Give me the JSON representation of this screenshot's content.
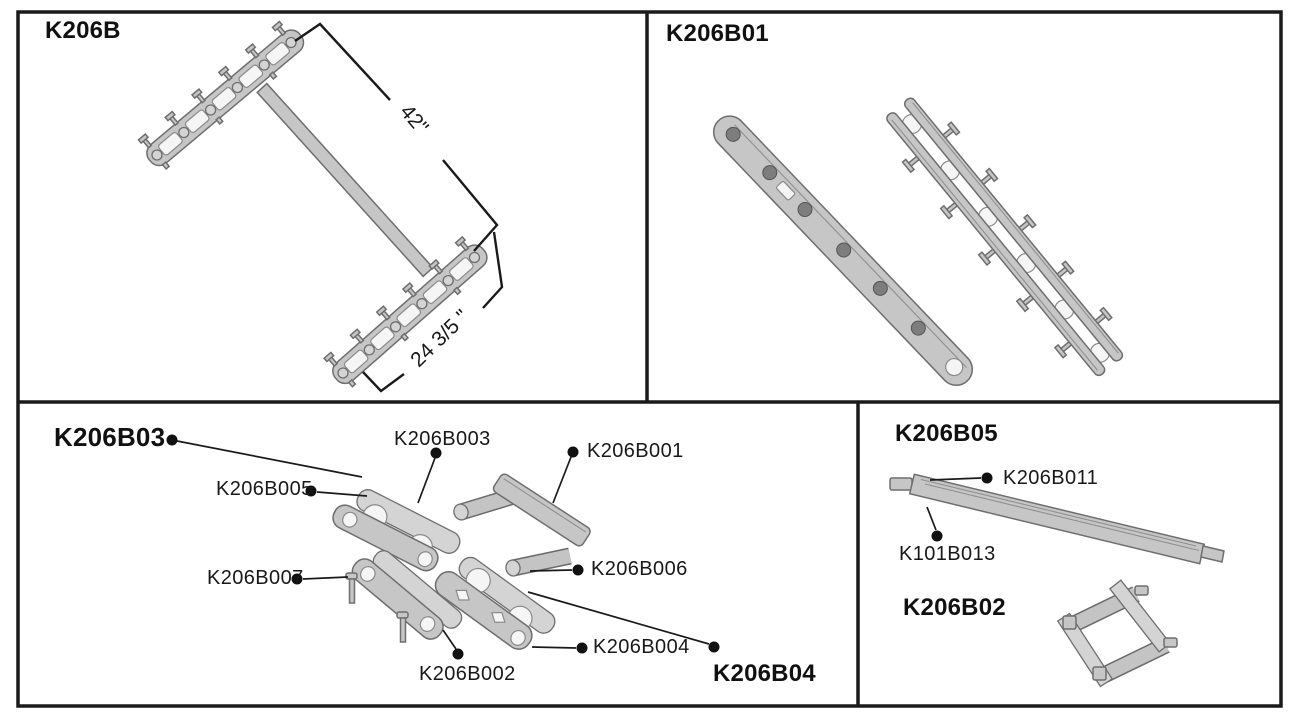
{
  "diagram": {
    "panel_k206b": {
      "title": "K206B",
      "dim_length": "42\"",
      "dim_width": "24 3/5 \""
    },
    "panel_k206b01": {
      "title": "K206B01"
    },
    "panel_k206b03": {
      "title": "K206B03",
      "title_secondary": "K206B04",
      "labels": {
        "p003": "K206B003",
        "p001": "K206B001",
        "p005": "K206B005",
        "p007": "K206B007",
        "p002": "K206B002",
        "p006": "K206B006",
        "p004": "K206B004"
      }
    },
    "panel_k206b05": {
      "title": "K206B05",
      "title_secondary": "K206B02",
      "labels": {
        "p011": "K206B011",
        "p013": "K101B013"
      }
    }
  }
}
